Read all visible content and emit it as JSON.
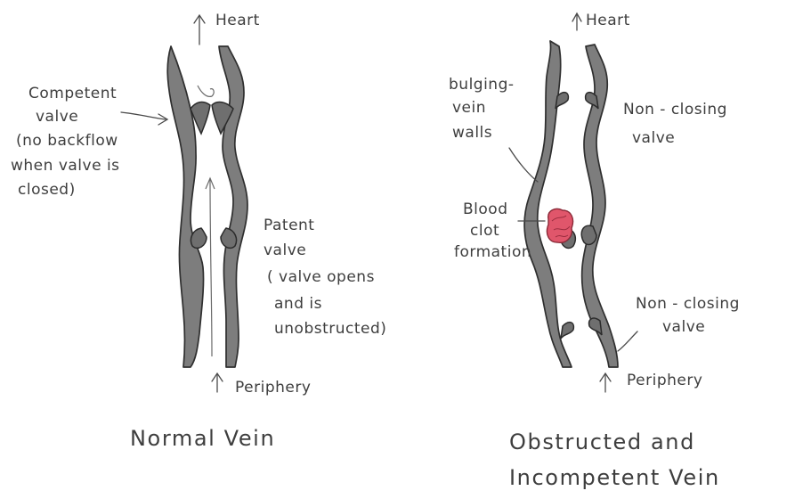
{
  "normal_vein": {
    "top_label": "Heart",
    "competent_valve_label": [
      "Competent",
      "valve",
      "(no backflow",
      "when valve is",
      "closed)"
    ],
    "patent_valve_label": [
      "Patent",
      "valve",
      "( valve opens",
      "and is",
      "unobstructed)"
    ],
    "bottom_label": "Periphery",
    "caption": "Normal Vein"
  },
  "obstructed_vein": {
    "top_label": "Heart",
    "bulging_label": [
      "bulging-",
      "vein",
      "walls"
    ],
    "non_closing_top_label": [
      "Non - closing",
      "valve"
    ],
    "clot_label": [
      "Blood",
      "clot",
      "formation"
    ],
    "non_closing_bottom_label": [
      "Non - closing",
      "valve"
    ],
    "bottom_label": "Periphery",
    "caption": [
      "Obstructed and",
      "Incompetent Vein"
    ]
  },
  "colors": {
    "vein_wall": "#7d7d7d",
    "vein_outline": "#2f2f2f",
    "blood_clot": "#e0566b",
    "ink": "#3e3e3e"
  }
}
